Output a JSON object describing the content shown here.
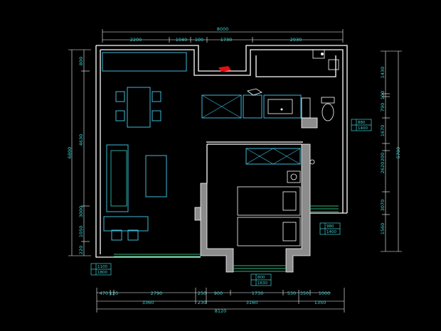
{
  "top_dims": {
    "overall": "8000",
    "segments": [
      "2200",
      "1040",
      "100",
      "1730",
      "2930"
    ]
  },
  "bottom_dims": {
    "row1": [
      "470",
      "120",
      "2790",
      "250",
      "900",
      "1730",
      "530",
      "350",
      "1000"
    ],
    "row2": [
      "3360",
      "230",
      "3160",
      "1350"
    ],
    "overall": "8120"
  },
  "left_dims": {
    "overall": "6800",
    "segments": [
      "800",
      "4630",
      "3000",
      "1050",
      "220"
    ]
  },
  "right_dims": {
    "overall": "5780",
    "segments": [
      "1430",
      "100",
      "790",
      "1670",
      "200",
      "2620",
      "3070",
      "1560"
    ]
  },
  "window_tags": [
    {
      "h": "880",
      "w": "1400"
    },
    {
      "h": "980",
      "w": "1400"
    },
    {
      "h": "1100",
      "w": "1800"
    },
    {
      "h": "800",
      "w": "1630"
    }
  ],
  "colors": {
    "dim": "#3fd0d0",
    "wall": "#ffffff",
    "furniture": "#3fb8d8",
    "window": "#2fb37a",
    "accent": "#e01010"
  }
}
